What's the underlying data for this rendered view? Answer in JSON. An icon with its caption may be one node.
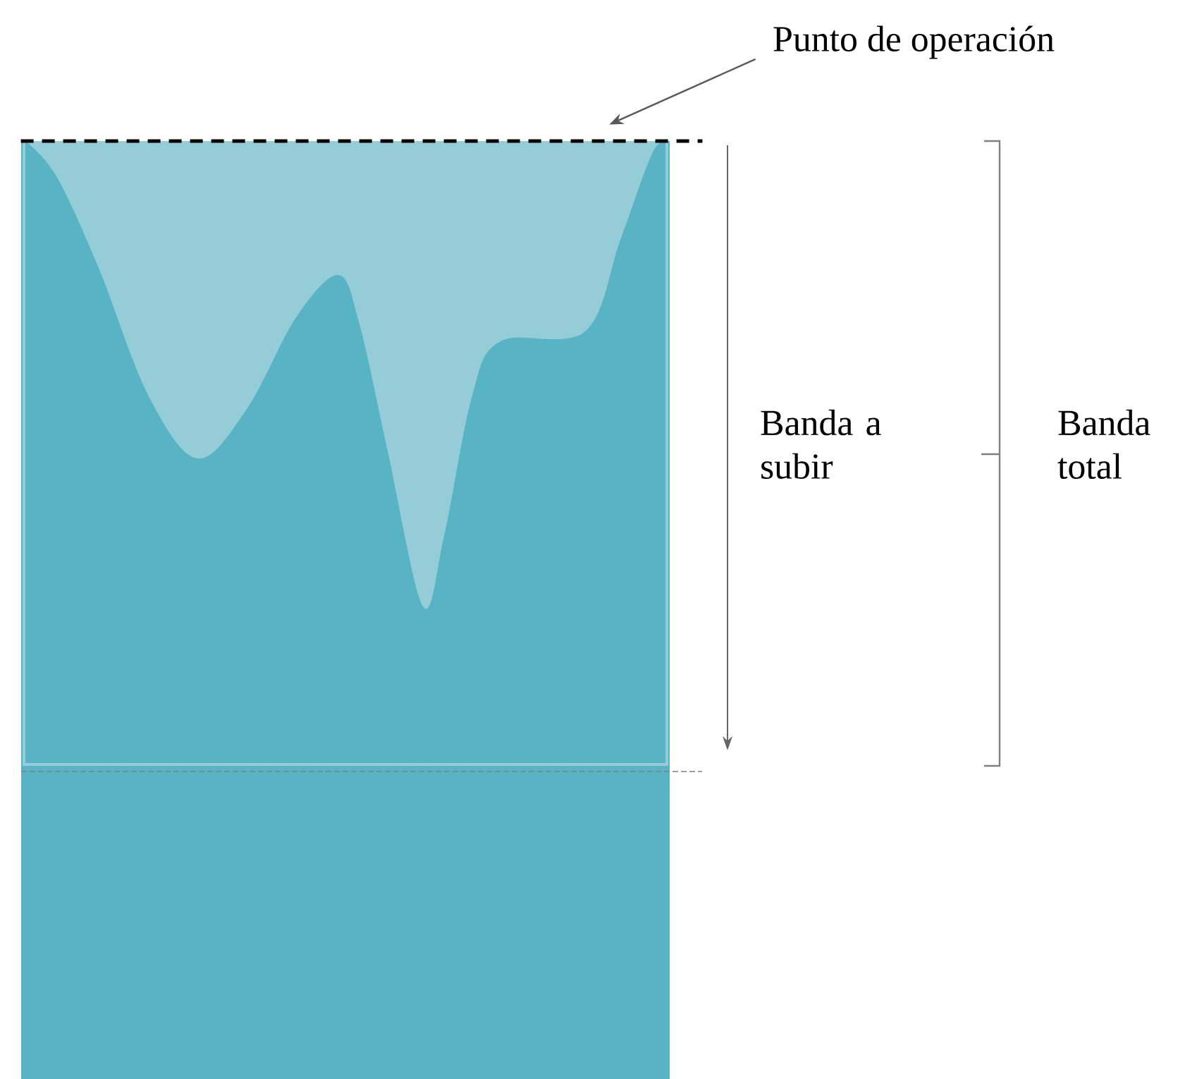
{
  "diagram": {
    "nodes": [
      {
        "text": [
          "Punto de operación"
        ]
      },
      {
        "text": [],
        "shape": "line"
      }
    ],
    "edges": [
      {
        "from": 0,
        "to": 1,
        "arrow": "to"
      }
    ],
    "labels": [
      "Banda a subir",
      "Banda total"
    ]
  }
}
